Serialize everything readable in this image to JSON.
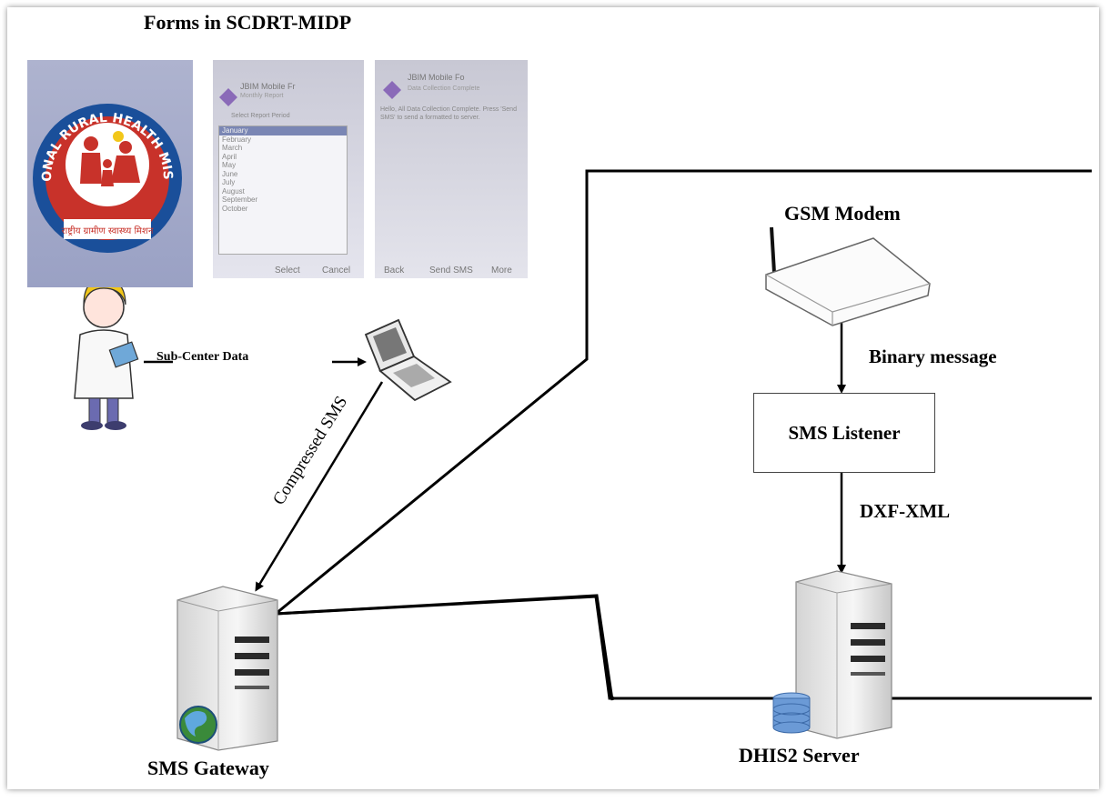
{
  "title": "Forms in SCDRT-MIDP",
  "labels": {
    "gsm_modem": "GSM Modem",
    "binary_message": "Binary message",
    "sms_listener": "SMS Listener",
    "dxf_xml": "DXF-XML",
    "dhis2_server": "DHIS2 Server",
    "sms_gateway": "SMS Gateway",
    "sub_center_data": "Sub-Center Data",
    "compressed_sms": "Compressed SMS"
  },
  "phone2": {
    "header": "JBIM Mobile Fr",
    "subheader": "Monthly Report",
    "list_title": "Select Report Period",
    "months": [
      "January",
      "February",
      "March",
      "April",
      "May",
      "June",
      "July",
      "August",
      "September",
      "October"
    ],
    "soft_left": "Select",
    "soft_right": "Cancel"
  },
  "phone3": {
    "header": "JBIM Mobile Fo",
    "subheader": "Data Collection Complete",
    "text": "Hello, All Data Collection Complete. Press 'Send SMS' to send a formatted to server.",
    "soft_left": "Back",
    "soft_mid": "Send SMS",
    "soft_right": "More"
  },
  "logo_text": "NATIONAL RURAL HEALTH MISSION",
  "colors": {
    "logo_ring": "#c8322a",
    "logo_bg": "#1a4f9a",
    "server_body": "#f2f2f2",
    "server_slots": "#2a2a2a",
    "globe": "#3a8a3a",
    "db": "#6b9ad6"
  }
}
